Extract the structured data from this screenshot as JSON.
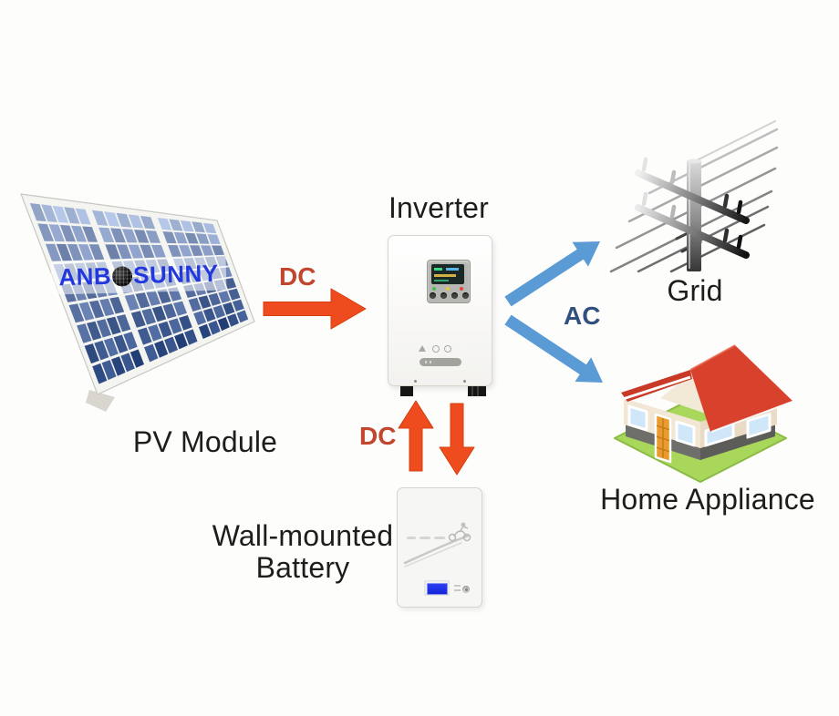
{
  "diagram": {
    "nodes": {
      "pv_module": {
        "label": "PV Module"
      },
      "inverter": {
        "label": "Inverter"
      },
      "grid": {
        "label": "Grid"
      },
      "home_appliance": {
        "label": "Home Appliance"
      },
      "battery": {
        "label_line1": "Wall-mounted",
        "label_line2": "Battery"
      }
    },
    "flows": {
      "pv_to_inverter": {
        "label": "DC"
      },
      "inverter_battery": {
        "label": "DC"
      },
      "inverter_out": {
        "label": "AC"
      }
    },
    "brand": {
      "prefix": "ANB",
      "suffix": "SUNNY",
      "full": "ANBOSUNNY"
    }
  },
  "colors": {
    "dc_arrow": "#EE4C1E",
    "dc_arrow_edge": "#D63E0F",
    "dc_text": "#C2452D",
    "ac_arrow": "#5B9BD5",
    "ac_text": "#31507E",
    "label_text": "#1D1D1B",
    "brand_blue": "#2337DE",
    "panel_cell_top": "#96A7CC",
    "panel_cell_bottom": "#34508A",
    "roof_red": "#D8412C",
    "grass_green": "#A9D75C",
    "wall_cream": "#F2E7D5"
  },
  "icons": {
    "pv": "solar-panel-icon",
    "inverter": "inverter-unit-icon",
    "grid": "power-pole-icon",
    "home": "house-icon",
    "battery": "wall-battery-icon"
  }
}
